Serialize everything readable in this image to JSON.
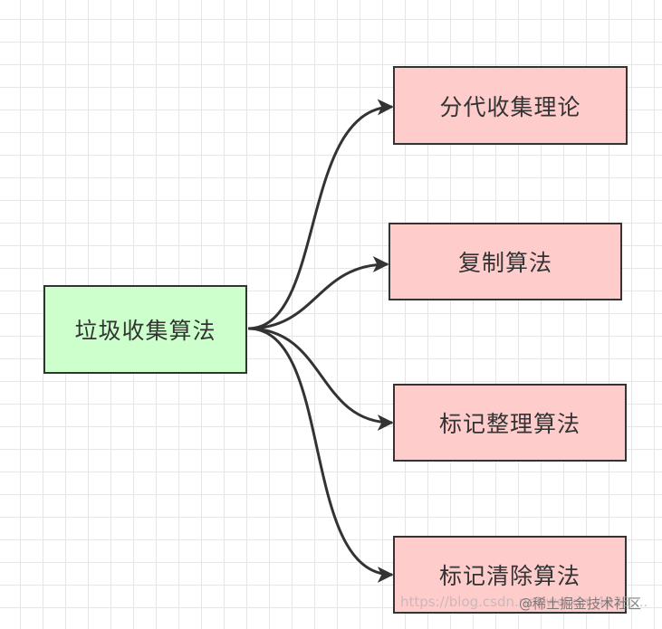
{
  "diagram": {
    "root": {
      "label": "垃圾收集算法",
      "fill": "#ccffcc"
    },
    "children": [
      {
        "label": "分代收集理论",
        "fill": "#ffcccc"
      },
      {
        "label": "复制算法",
        "fill": "#ffcccc"
      },
      {
        "label": "标记整理算法",
        "fill": "#ffcccc"
      },
      {
        "label": "标记清除算法",
        "fill": "#ffcccc"
      }
    ],
    "edge_color": "#333333",
    "grid_color": "#e6e6e6"
  },
  "watermark": {
    "url": "https://blog.csdn.net/weixin_4933....",
    "brand": "@稀土掘金技术社区"
  }
}
